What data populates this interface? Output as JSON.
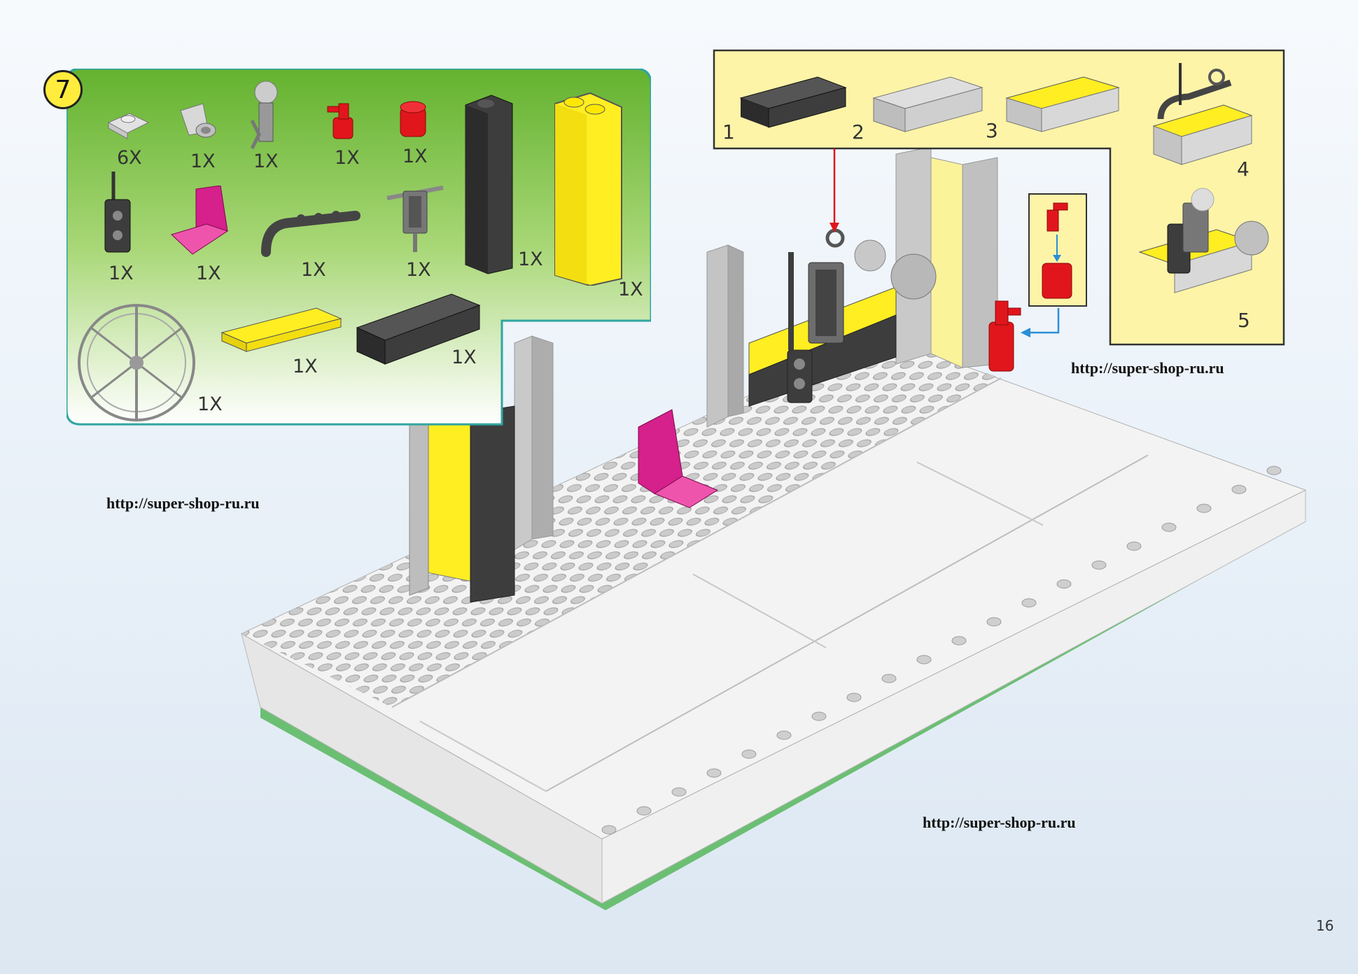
{
  "step": {
    "number": "7"
  },
  "parts": [
    {
      "icon": "clip-plate-icon",
      "qty": "6X"
    },
    {
      "icon": "light-cone-icon",
      "qty": "1X"
    },
    {
      "icon": "claw-arm-icon",
      "qty": "1X"
    },
    {
      "icon": "red-faucet-icon",
      "qty": "1X"
    },
    {
      "icon": "red-round-brick-icon",
      "qty": "1X"
    },
    {
      "icon": "walkie-talkie-icon",
      "qty": "1X"
    },
    {
      "icon": "pink-seat-icon",
      "qty": "1X"
    },
    {
      "icon": "hose-bar-icon",
      "qty": "1X"
    },
    {
      "icon": "grill-tool-icon",
      "qty": "1X"
    },
    {
      "icon": "dark-column-brick-icon",
      "qty": "1X"
    },
    {
      "icon": "yellow-column-brick-icon",
      "qty": "1X"
    },
    {
      "icon": "wheel-rim-icon",
      "qty": "1X"
    },
    {
      "icon": "yellow-plate-1x6-icon",
      "qty": "1X"
    },
    {
      "icon": "dark-brick-1x6-icon",
      "qty": "1X"
    }
  ],
  "substeps": [
    "1",
    "2",
    "3",
    "4",
    "5"
  ],
  "watermarks": [
    "http://super-shop-ru.ru",
    "http://super-shop-ru.ru",
    "http://super-shop-ru.ru"
  ],
  "page_number": "16",
  "colors": {
    "panel_green": "#7cc242",
    "panel_border": "#2fa6a0",
    "substep_bg": "#fdf4a8",
    "yellow": "#ffee22",
    "dark": "#3d3d3d",
    "red": "#e0161c",
    "pink": "#d6208c",
    "base_green": "#6bbf73"
  }
}
